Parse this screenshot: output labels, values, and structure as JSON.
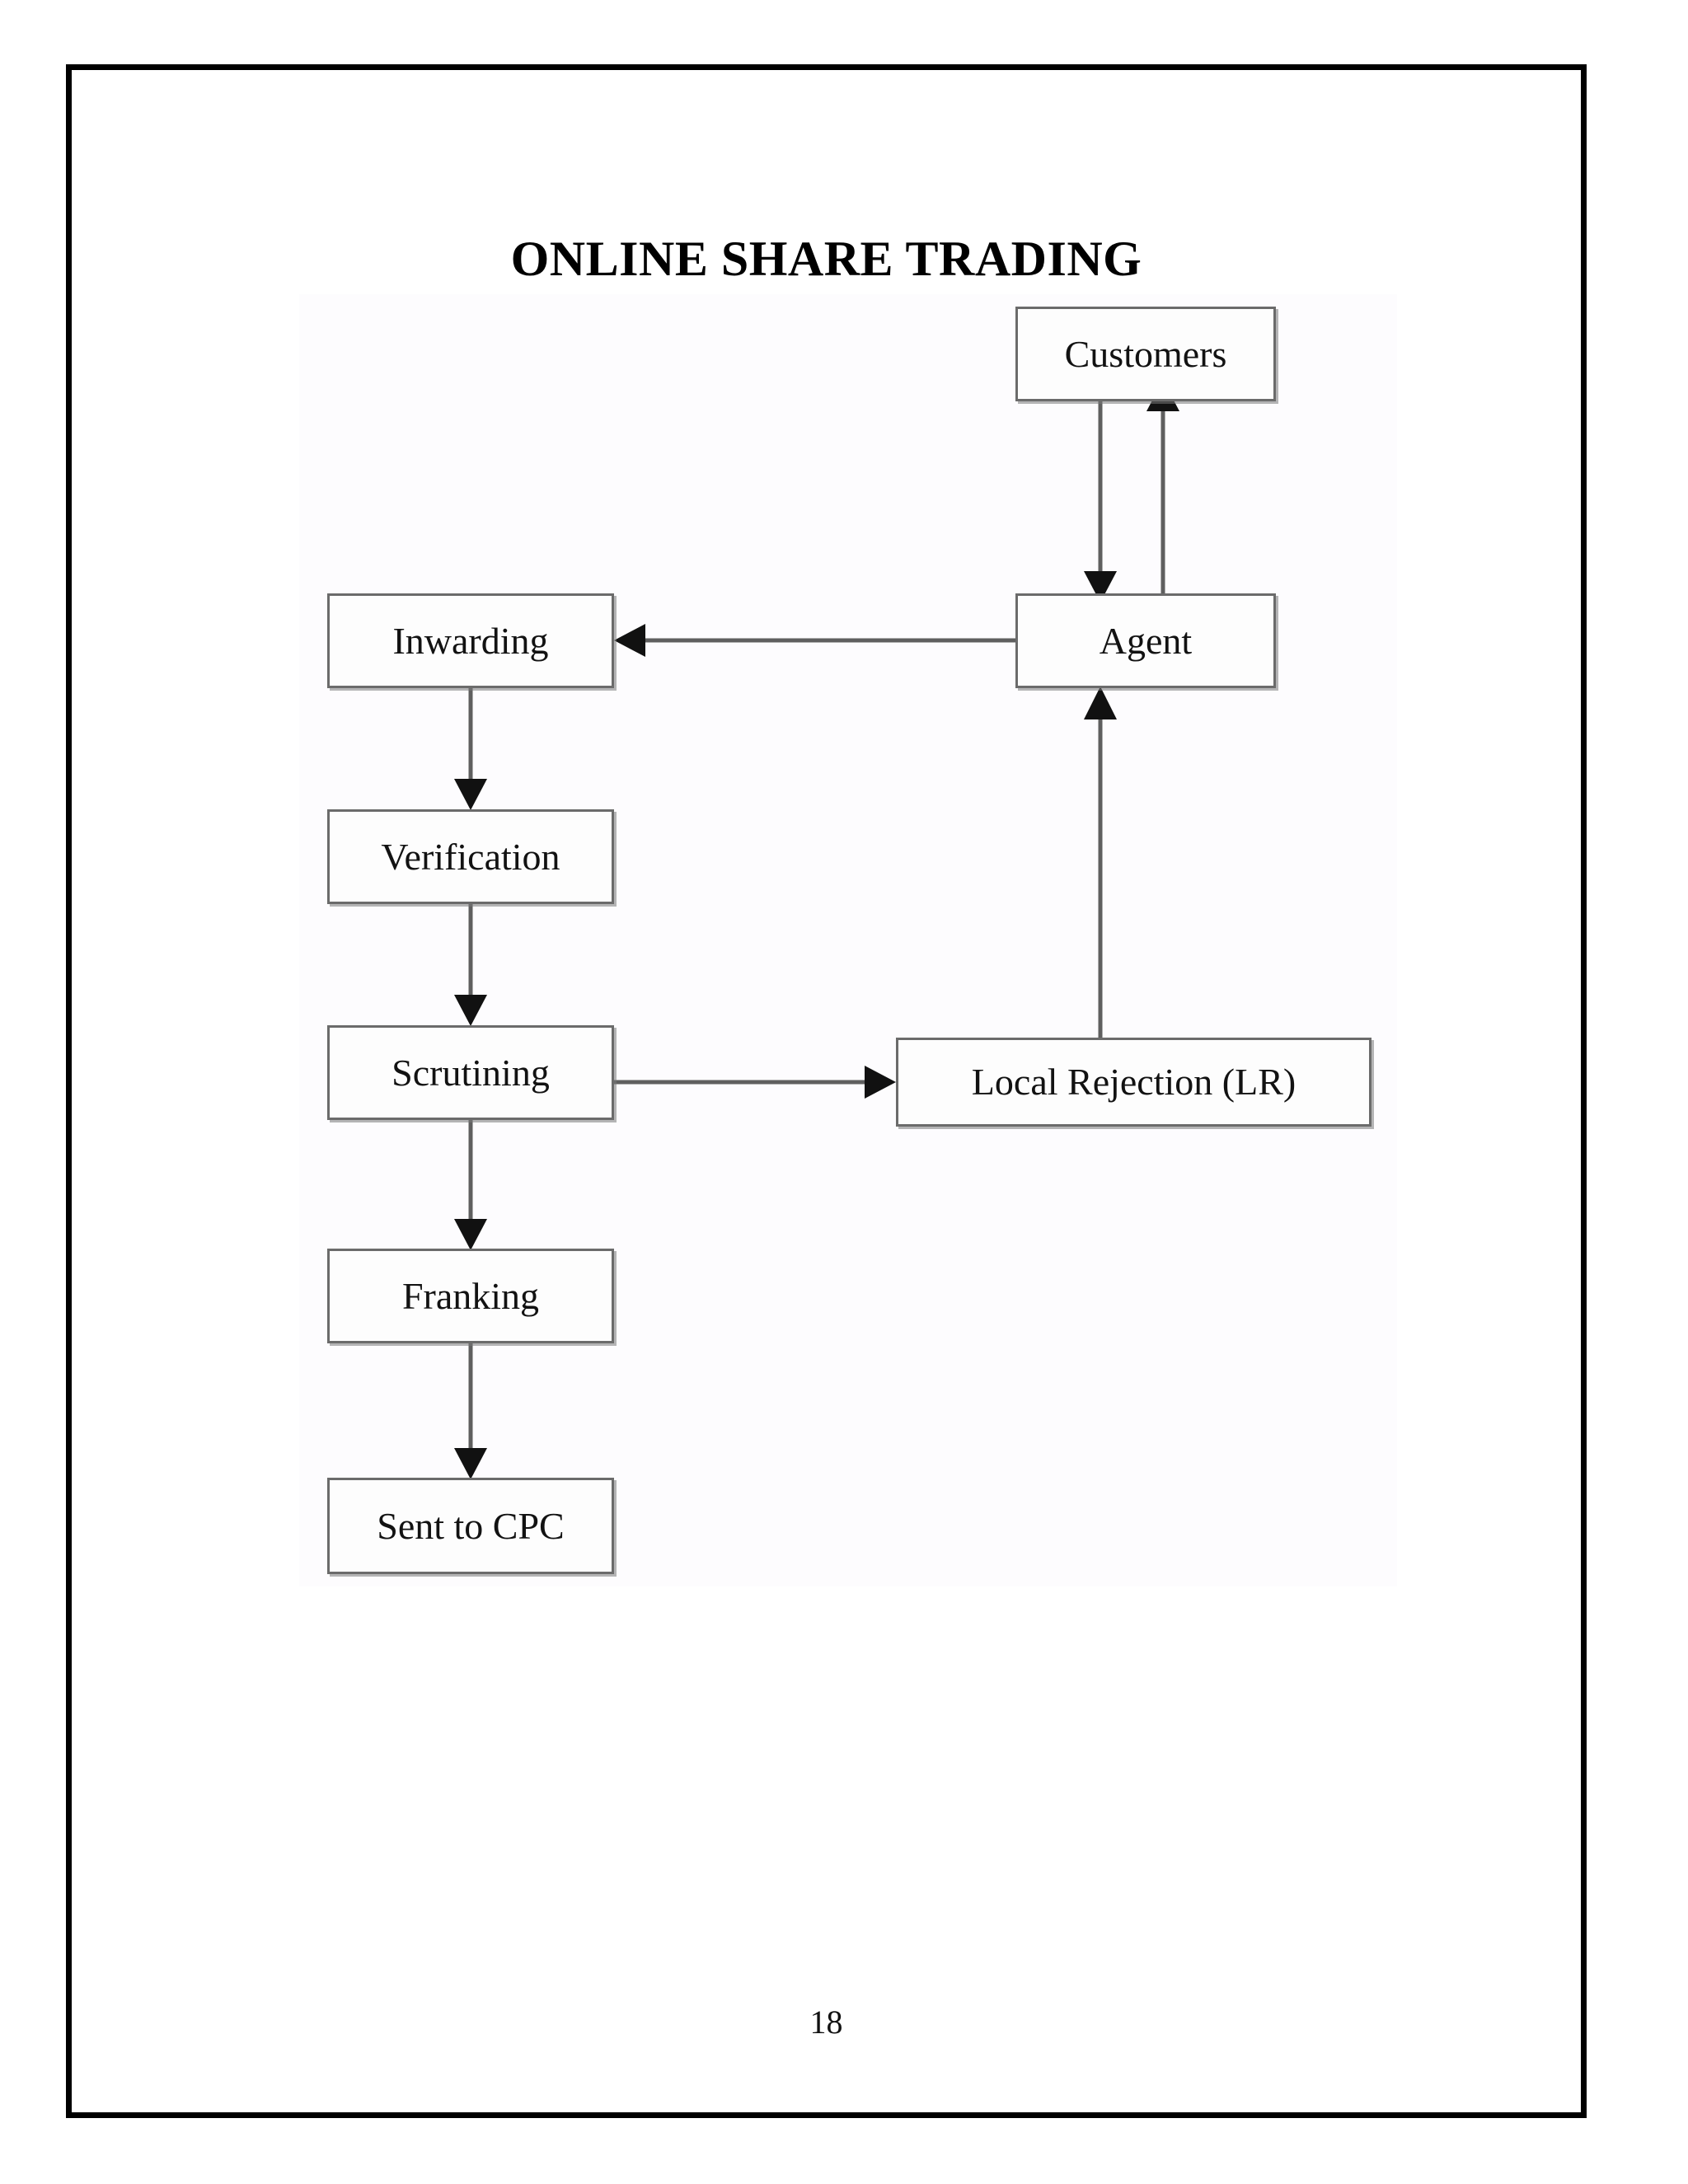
{
  "document": {
    "title": "ONLINE SHARE TRADING",
    "page_number": "18"
  },
  "diagram": {
    "type": "flowchart",
    "nodes": [
      {
        "id": "customers",
        "label": "Customers"
      },
      {
        "id": "agent",
        "label": "Agent"
      },
      {
        "id": "inwarding",
        "label": "Inwarding"
      },
      {
        "id": "verification",
        "label": "Verification"
      },
      {
        "id": "scrutining",
        "label": "Scrutining"
      },
      {
        "id": "franking",
        "label": "Franking"
      },
      {
        "id": "sent_to_cpc",
        "label": "Sent to CPC"
      },
      {
        "id": "local_rejection",
        "label": "Local Rejection (LR)"
      }
    ],
    "edges": [
      {
        "from": "customers",
        "to": "agent",
        "direction": "down"
      },
      {
        "from": "agent",
        "to": "customers",
        "direction": "up"
      },
      {
        "from": "agent",
        "to": "inwarding",
        "direction": "left"
      },
      {
        "from": "inwarding",
        "to": "verification",
        "direction": "down"
      },
      {
        "from": "verification",
        "to": "scrutining",
        "direction": "down"
      },
      {
        "from": "scrutining",
        "to": "local_rejection",
        "direction": "right"
      },
      {
        "from": "scrutining",
        "to": "franking",
        "direction": "down"
      },
      {
        "from": "franking",
        "to": "sent_to_cpc",
        "direction": "down"
      },
      {
        "from": "local_rejection",
        "to": "agent",
        "direction": "up"
      }
    ],
    "colors": {
      "box_border": "#6b6b6b",
      "box_fill": "#fdfdfd",
      "connector": "#5f5f5f",
      "arrow_head": "#111111",
      "page_border": "#000000",
      "canvas_fill": "#fdfcfe"
    }
  }
}
